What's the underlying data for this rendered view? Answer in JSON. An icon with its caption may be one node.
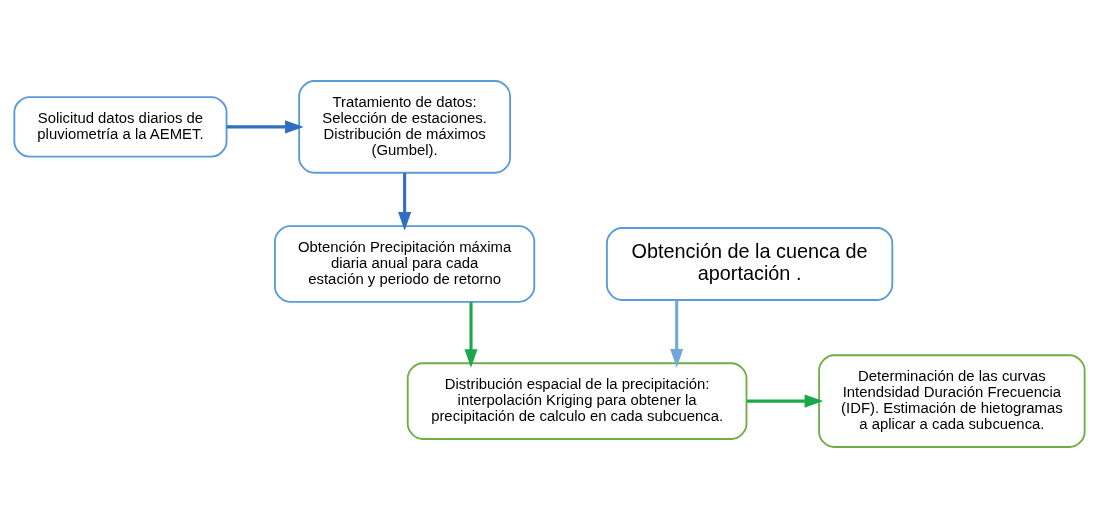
{
  "diagram": {
    "nodes": [
      {
        "text": [
          "Solicitud datos diarios de pluviometría a la AEMET."
        ]
      },
      {
        "text": [
          "Tratamiento de datos: Selección de estaciones. Distribución de máximos (Gumbel)."
        ]
      },
      {
        "text": [
          "Obtención de la cuenca de aportación ."
        ]
      },
      {
        "text": [
          "Obtención Precipitación máxima diaria anual para cada estación y periodo de retorno"
        ]
      },
      {
        "text": [
          "Distribución espacial de la precipitación: interpolación Kriging para obtener la precipitación de calculo en cada subcuenca."
        ]
      },
      {
        "text": [
          "Determinación de las curvas Intendsidad Duración Frecuencia (IDF). Estimación de hietogramas a aplicar a cada subcuenca."
        ]
      }
    ],
    "edges": [
      {
        "from": 0,
        "to": 1,
        "arrow": "to",
        "color": "#2e6fc0"
      },
      {
        "from": 1,
        "to": 3,
        "arrow": "to",
        "color": "#2e6fc0"
      },
      {
        "from": 2,
        "to": 4,
        "arrow": "to",
        "color": "#6fa8dc"
      },
      {
        "from": 3,
        "to": 4,
        "arrow": "to",
        "color": "#1aa84a"
      },
      {
        "from": 4,
        "to": 5,
        "arrow": "to",
        "color": "#1aa84a"
      }
    ]
  }
}
